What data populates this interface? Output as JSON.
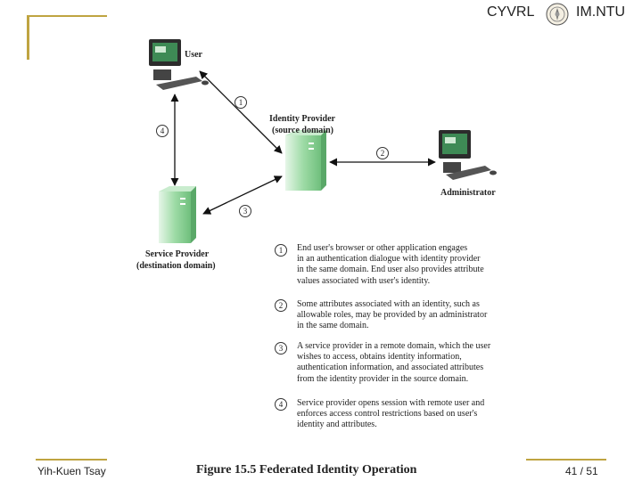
{
  "header": {
    "lab": "CYVRL",
    "department": "IM.NTU"
  },
  "diagram": {
    "nodes": {
      "user": "User",
      "idp_title": "Identity Provider",
      "idp_sub": "(source domain)",
      "admin": "Administrator",
      "sp_title": "Service Provider",
      "sp_sub": "(destination domain)"
    },
    "steps": [
      "1",
      "2",
      "3",
      "4"
    ],
    "legend": [
      {
        "num": "1",
        "lines": [
          "End user's browser or other application engages",
          "in an authentication dialogue with identity provider",
          "in the same domain. End user also provides attribute",
          "values associated with user's identity."
        ]
      },
      {
        "num": "2",
        "lines": [
          "Some attributes associated with an identity, such as",
          "allowable roles, may be provided by an administrator",
          "in the same domain."
        ]
      },
      {
        "num": "3",
        "lines": [
          "A service provider in a remote domain, which the user",
          "wishes to access, obtains identity information,",
          "authentication information, and associated attributes",
          "from the identity provider in the source domain."
        ]
      },
      {
        "num": "4",
        "lines": [
          "Service provider opens session with remote user and",
          "enforces access control restrictions based on user's",
          "identity and attributes."
        ]
      }
    ]
  },
  "footer": {
    "author": "Yih-Kuen Tsay",
    "caption": "Figure 15.5  Federated Identity Operation",
    "page": "41 / 51"
  },
  "colors": {
    "accent": "#bfa441",
    "server": "#8fd19a",
    "screen": "#3e8a55"
  }
}
